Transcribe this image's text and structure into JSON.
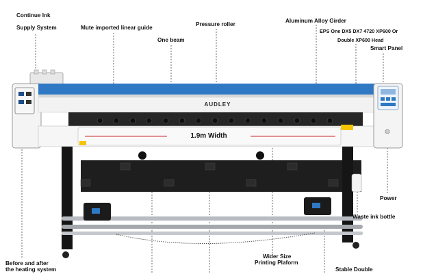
{
  "callouts": {
    "continue_ink_line1": "Continue Ink",
    "continue_ink_line2": "Supply System",
    "linear_guide": "Mute imported linear guide",
    "one_beam": "One beam",
    "pressure_roller": "Pressure roller",
    "girder": "Aluminum Alloy Girder",
    "head_line1": "EPS One DX5 DX7 4720 XP600 Or",
    "head_line2": "Double XP600 Head",
    "smart_panel": "Smart Panel",
    "power": "Power",
    "waste_ink": "Waste ink bottle",
    "heating_line1": "Before and after",
    "heating_line2": "the heating system",
    "platform_line1": "Wider Size",
    "platform_line2": "Printing Plaform",
    "stable_double": "Stable Double"
  },
  "printer": {
    "width_label": "1.9m Width",
    "brand_logo": "AUDLEY"
  },
  "colors": {
    "top_blue": "#2f78c4",
    "body_white": "#f2f2f2",
    "frame_black": "#1a1a1a",
    "rail_silver": "#b8bcc2"
  }
}
